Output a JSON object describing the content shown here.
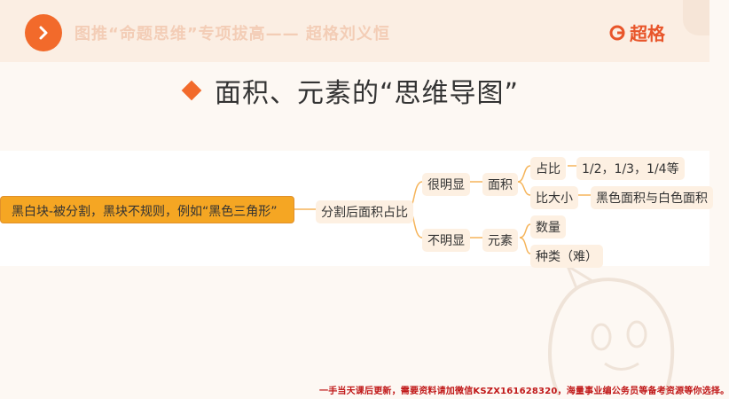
{
  "header": {
    "title": "图推“命题思维”专项拔高—— 超格刘义恒",
    "brand": "超格"
  },
  "section": {
    "title": "面积、元素的“思维导图”"
  },
  "mindmap": {
    "root": "黑白块-被分割，黑块不规则，例如“黑色三角形”",
    "level1": "分割后面积占比",
    "branch_a": {
      "label": "很明显",
      "child": "面积",
      "leaves": [
        {
          "label": "占比",
          "detail": "1/2，1/3，1/4等"
        },
        {
          "label": "比大小",
          "detail": "黑色面积与白色面积"
        }
      ]
    },
    "branch_b": {
      "label": "不明显",
      "child": "元素",
      "leaves": [
        {
          "label": "数量"
        },
        {
          "label": "种类（难）"
        }
      ]
    }
  },
  "footer": {
    "note": "一手当天课后更新，需要资料请加微信KSZX161628320，海量事业编公务员等备考资源等你选择。"
  },
  "colors": {
    "accent": "#f26a2b",
    "root_fill": "#f5a623",
    "connector": "#f5b45a",
    "footer_text": "#c01818"
  }
}
